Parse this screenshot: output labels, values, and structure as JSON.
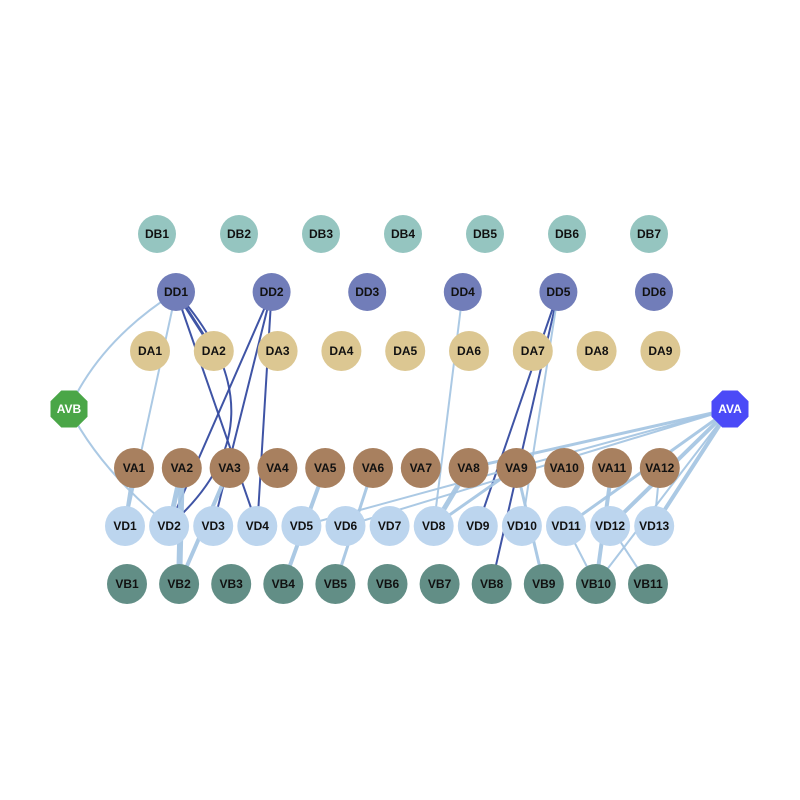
{
  "colors": {
    "DB": "#95c5c0",
    "DD": "#717db9",
    "DA": "#dcc792",
    "VA": "#a8805f",
    "VD": "#bcd5ee",
    "VB": "#628e86",
    "AVB": "#4aa647",
    "AVA": "#4b4af7",
    "edge_light": "#a7c6e3",
    "edge_dark": "#354ba0",
    "label_dark": "#111111",
    "label_light": "#ffffff"
  },
  "rows": [
    {
      "group": "DB",
      "labels": [
        "DB1",
        "DB2",
        "DB3",
        "DB4",
        "DB5",
        "DB6",
        "DB7"
      ]
    },
    {
      "group": "DD",
      "labels": [
        "DD1",
        "DD2",
        "DD3",
        "DD4",
        "DD5",
        "DD6"
      ]
    },
    {
      "group": "DA",
      "labels": [
        "DA1",
        "DA2",
        "DA3",
        "DA4",
        "DA5",
        "DA6",
        "DA7",
        "DA8",
        "DA9"
      ]
    },
    {
      "group": "VA",
      "labels": [
        "VA1",
        "VA2",
        "VA3",
        "VA4",
        "VA5",
        "VA6",
        "VA7",
        "VA8",
        "VA9",
        "VA10",
        "VA11",
        "VA12"
      ]
    },
    {
      "group": "VD",
      "labels": [
        "VD1",
        "VD2",
        "VD3",
        "VD4",
        "VD5",
        "VD6",
        "VD7",
        "VD8",
        "VD9",
        "VD10",
        "VD11",
        "VD12",
        "VD13"
      ]
    },
    {
      "group": "VB",
      "labels": [
        "VB1",
        "VB2",
        "VB3",
        "VB4",
        "VB5",
        "VB6",
        "VB7",
        "VB8",
        "VB9",
        "VB10",
        "VB11"
      ]
    }
  ],
  "hubs": [
    {
      "group": "AVB",
      "label": "AVB"
    },
    {
      "group": "AVA",
      "label": "AVA"
    }
  ],
  "edges": [
    {
      "from": "AVB",
      "to": "DD1",
      "type": "light",
      "weight": 2
    },
    {
      "from": "AVB",
      "to": "VD2",
      "type": "light",
      "weight": 2
    },
    {
      "from": "DD1",
      "to": "VD1",
      "type": "light",
      "weight": 2
    },
    {
      "from": "DD1",
      "to": "DA2",
      "type": "dark",
      "weight": 3
    },
    {
      "from": "DD1",
      "to": "VD2",
      "type": "dark",
      "weight": 2
    },
    {
      "from": "DD1",
      "to": "VD4",
      "type": "dark",
      "weight": 2
    },
    {
      "from": "DD2",
      "to": "VD2",
      "type": "dark",
      "weight": 2
    },
    {
      "from": "DD2",
      "to": "VD3",
      "type": "dark",
      "weight": 2
    },
    {
      "from": "DD2",
      "to": "VD4",
      "type": "dark",
      "weight": 2
    },
    {
      "from": "DD4",
      "to": "VD8",
      "type": "light",
      "weight": 2
    },
    {
      "from": "DD5",
      "to": "VD9",
      "type": "dark",
      "weight": 2
    },
    {
      "from": "DD5",
      "to": "VB8",
      "type": "dark",
      "weight": 2
    },
    {
      "from": "DD5",
      "to": "VD10",
      "type": "light",
      "weight": 2
    },
    {
      "from": "VA1",
      "to": "VD1",
      "type": "light",
      "weight": 4
    },
    {
      "from": "VA2",
      "to": "VB2",
      "type": "light",
      "weight": 6
    },
    {
      "from": "VA2",
      "to": "VD2",
      "type": "light",
      "weight": 5
    },
    {
      "from": "VA3",
      "to": "VB2",
      "type": "light",
      "weight": 4
    },
    {
      "from": "VA5",
      "to": "VB4",
      "type": "light",
      "weight": 4
    },
    {
      "from": "VA6",
      "to": "VB5",
      "type": "light",
      "weight": 3
    },
    {
      "from": "VA8",
      "to": "VD8",
      "type": "light",
      "weight": 5
    },
    {
      "from": "VA9",
      "to": "VD8",
      "type": "light",
      "weight": 3
    },
    {
      "from": "VA9",
      "to": "VB9",
      "type": "light",
      "weight": 3
    },
    {
      "from": "VA11",
      "to": "VB10",
      "type": "light",
      "weight": 4
    },
    {
      "from": "VA12",
      "to": "VD13",
      "type": "light",
      "weight": 2
    },
    {
      "from": "VD11",
      "to": "VB10",
      "type": "light",
      "weight": 2
    },
    {
      "from": "VD12",
      "to": "VB11",
      "type": "light",
      "weight": 2
    },
    {
      "from": "AVA",
      "to": "VA8",
      "type": "light",
      "weight": 3
    },
    {
      "from": "AVA",
      "to": "VD5",
      "type": "light",
      "weight": 2
    },
    {
      "from": "AVA",
      "to": "VD6",
      "type": "light",
      "weight": 2
    },
    {
      "from": "AVA",
      "to": "VD11",
      "type": "light",
      "weight": 3
    },
    {
      "from": "AVA",
      "to": "VD12",
      "type": "light",
      "weight": 4
    },
    {
      "from": "AVA",
      "to": "VD13",
      "type": "light",
      "weight": 4
    },
    {
      "from": "AVA",
      "to": "VB10",
      "type": "light",
      "weight": 2
    }
  ]
}
